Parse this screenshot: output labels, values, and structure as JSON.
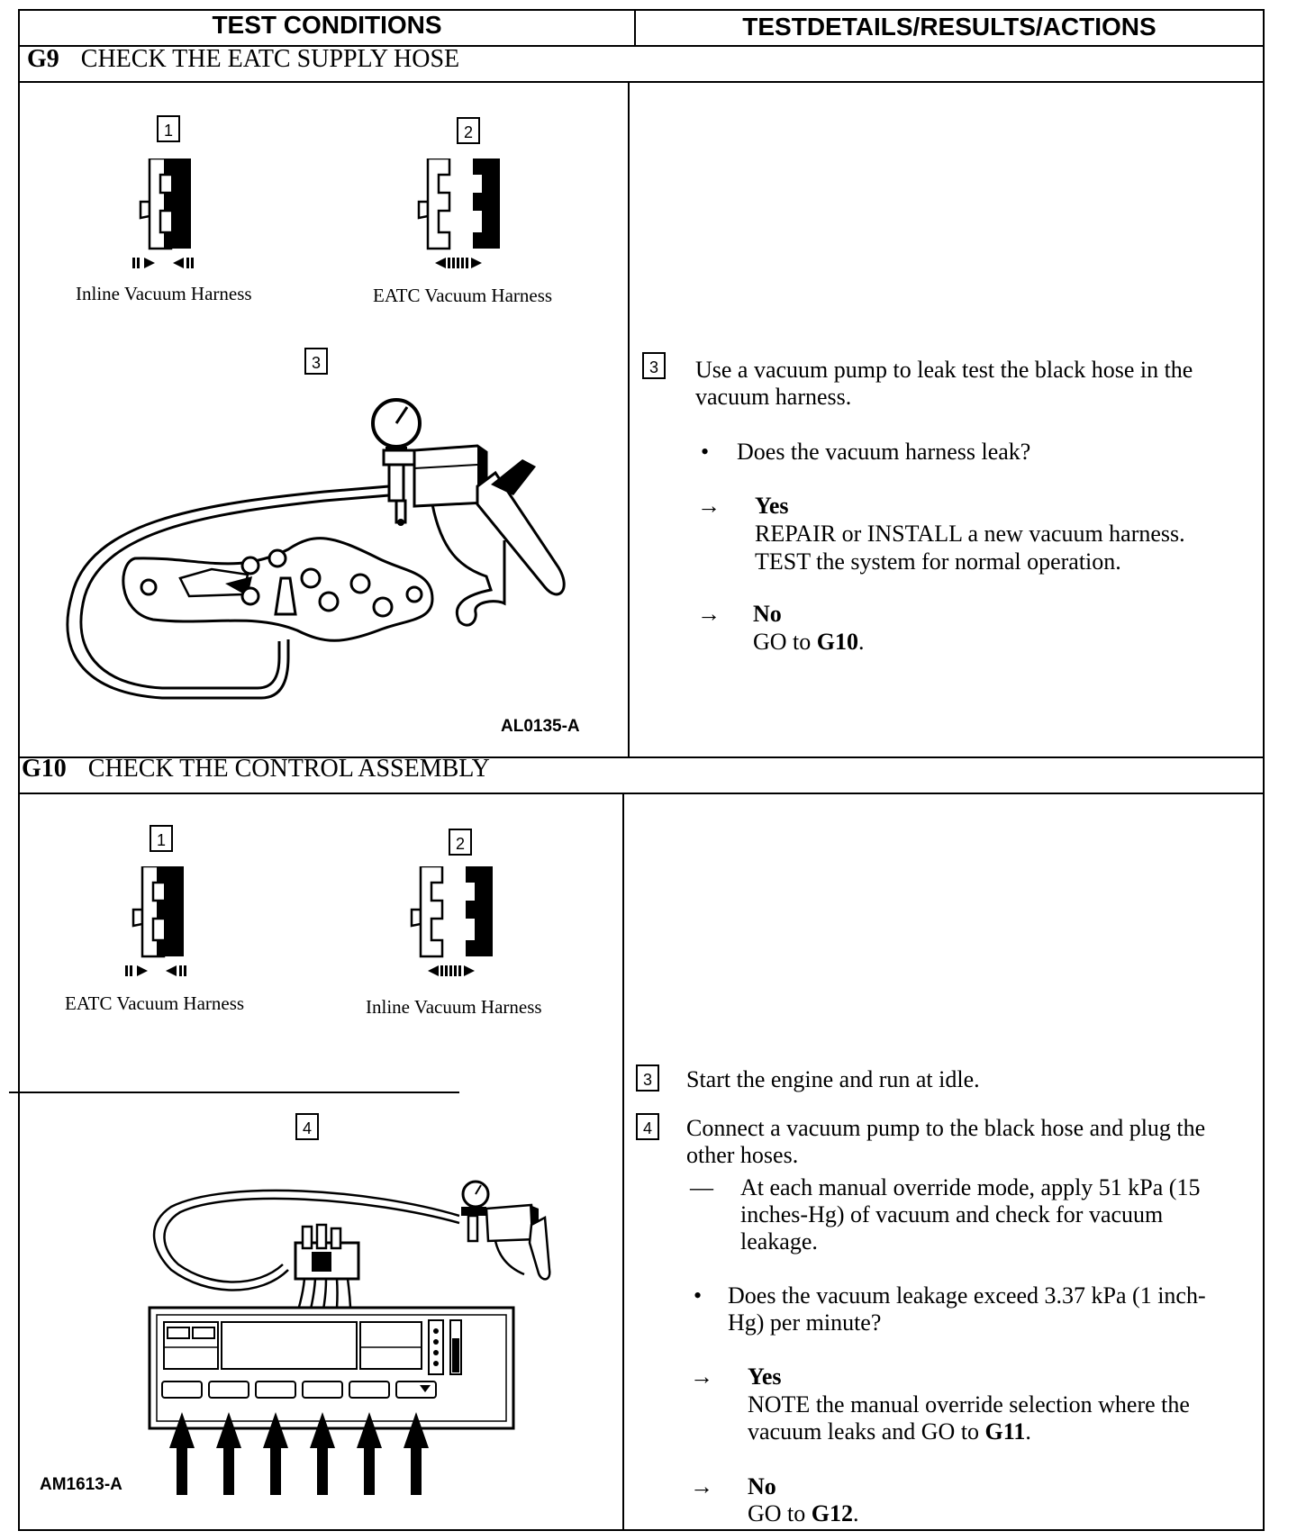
{
  "header": {
    "left": "TEST CONDITIONS",
    "right": "TESTDETAILS/RESULTS/ACTIONS"
  },
  "g9": {
    "id": "G9",
    "title": "CHECK THE EATC SUPPLY HOSE",
    "step1": "1",
    "step2": "2",
    "step3": "3",
    "caption1": "Inline Vacuum Harness",
    "caption2": "EATC Vacuum Harness",
    "figure_id": "AL0135-A",
    "right": {
      "step_num": "3",
      "instruction": "Use a vacuum pump to leak test the black hose in the vacuum harness.",
      "bullet": "•",
      "question": "Does the vacuum harness leak?",
      "arrow": "→",
      "yes_label": "Yes",
      "yes_line1": "REPAIR or INSTALL a new vacuum harness.",
      "yes_line2": "TEST the system for normal operation.",
      "no_label": "No",
      "no_prefix": "GO to ",
      "no_target": "G10",
      "no_suffix": "."
    }
  },
  "g10": {
    "id": "G10",
    "title": "CHECK THE CONTROL ASSEMBLY",
    "step1": "1",
    "step2": "2",
    "step4": "4",
    "caption1": "EATC Vacuum Harness",
    "caption2": "Inline Vacuum Harness",
    "figure_id": "AM1613-A",
    "right": {
      "step3_num": "3",
      "step3_text": "Start the engine and run at idle.",
      "step4_num": "4",
      "step4_text": "Connect a vacuum pump to the black hose and plug the other hoses.",
      "dash": "—",
      "dash_text": "At each manual override mode, apply 51 kPa (15 inches-Hg) of vacuum and check for vacuum leakage.",
      "bullet": "•",
      "question": "Does the vacuum leakage exceed 3.37 kPa (1 inch-Hg) per minute?",
      "arrow": "→",
      "yes_label": "Yes",
      "yes_prefix": "NOTE the manual override selection where the vacuum leaks and GO to ",
      "yes_target": "G11",
      "yes_suffix": ".",
      "no_label": "No",
      "no_prefix": "GO to ",
      "no_target": "G12",
      "no_suffix": "."
    }
  }
}
